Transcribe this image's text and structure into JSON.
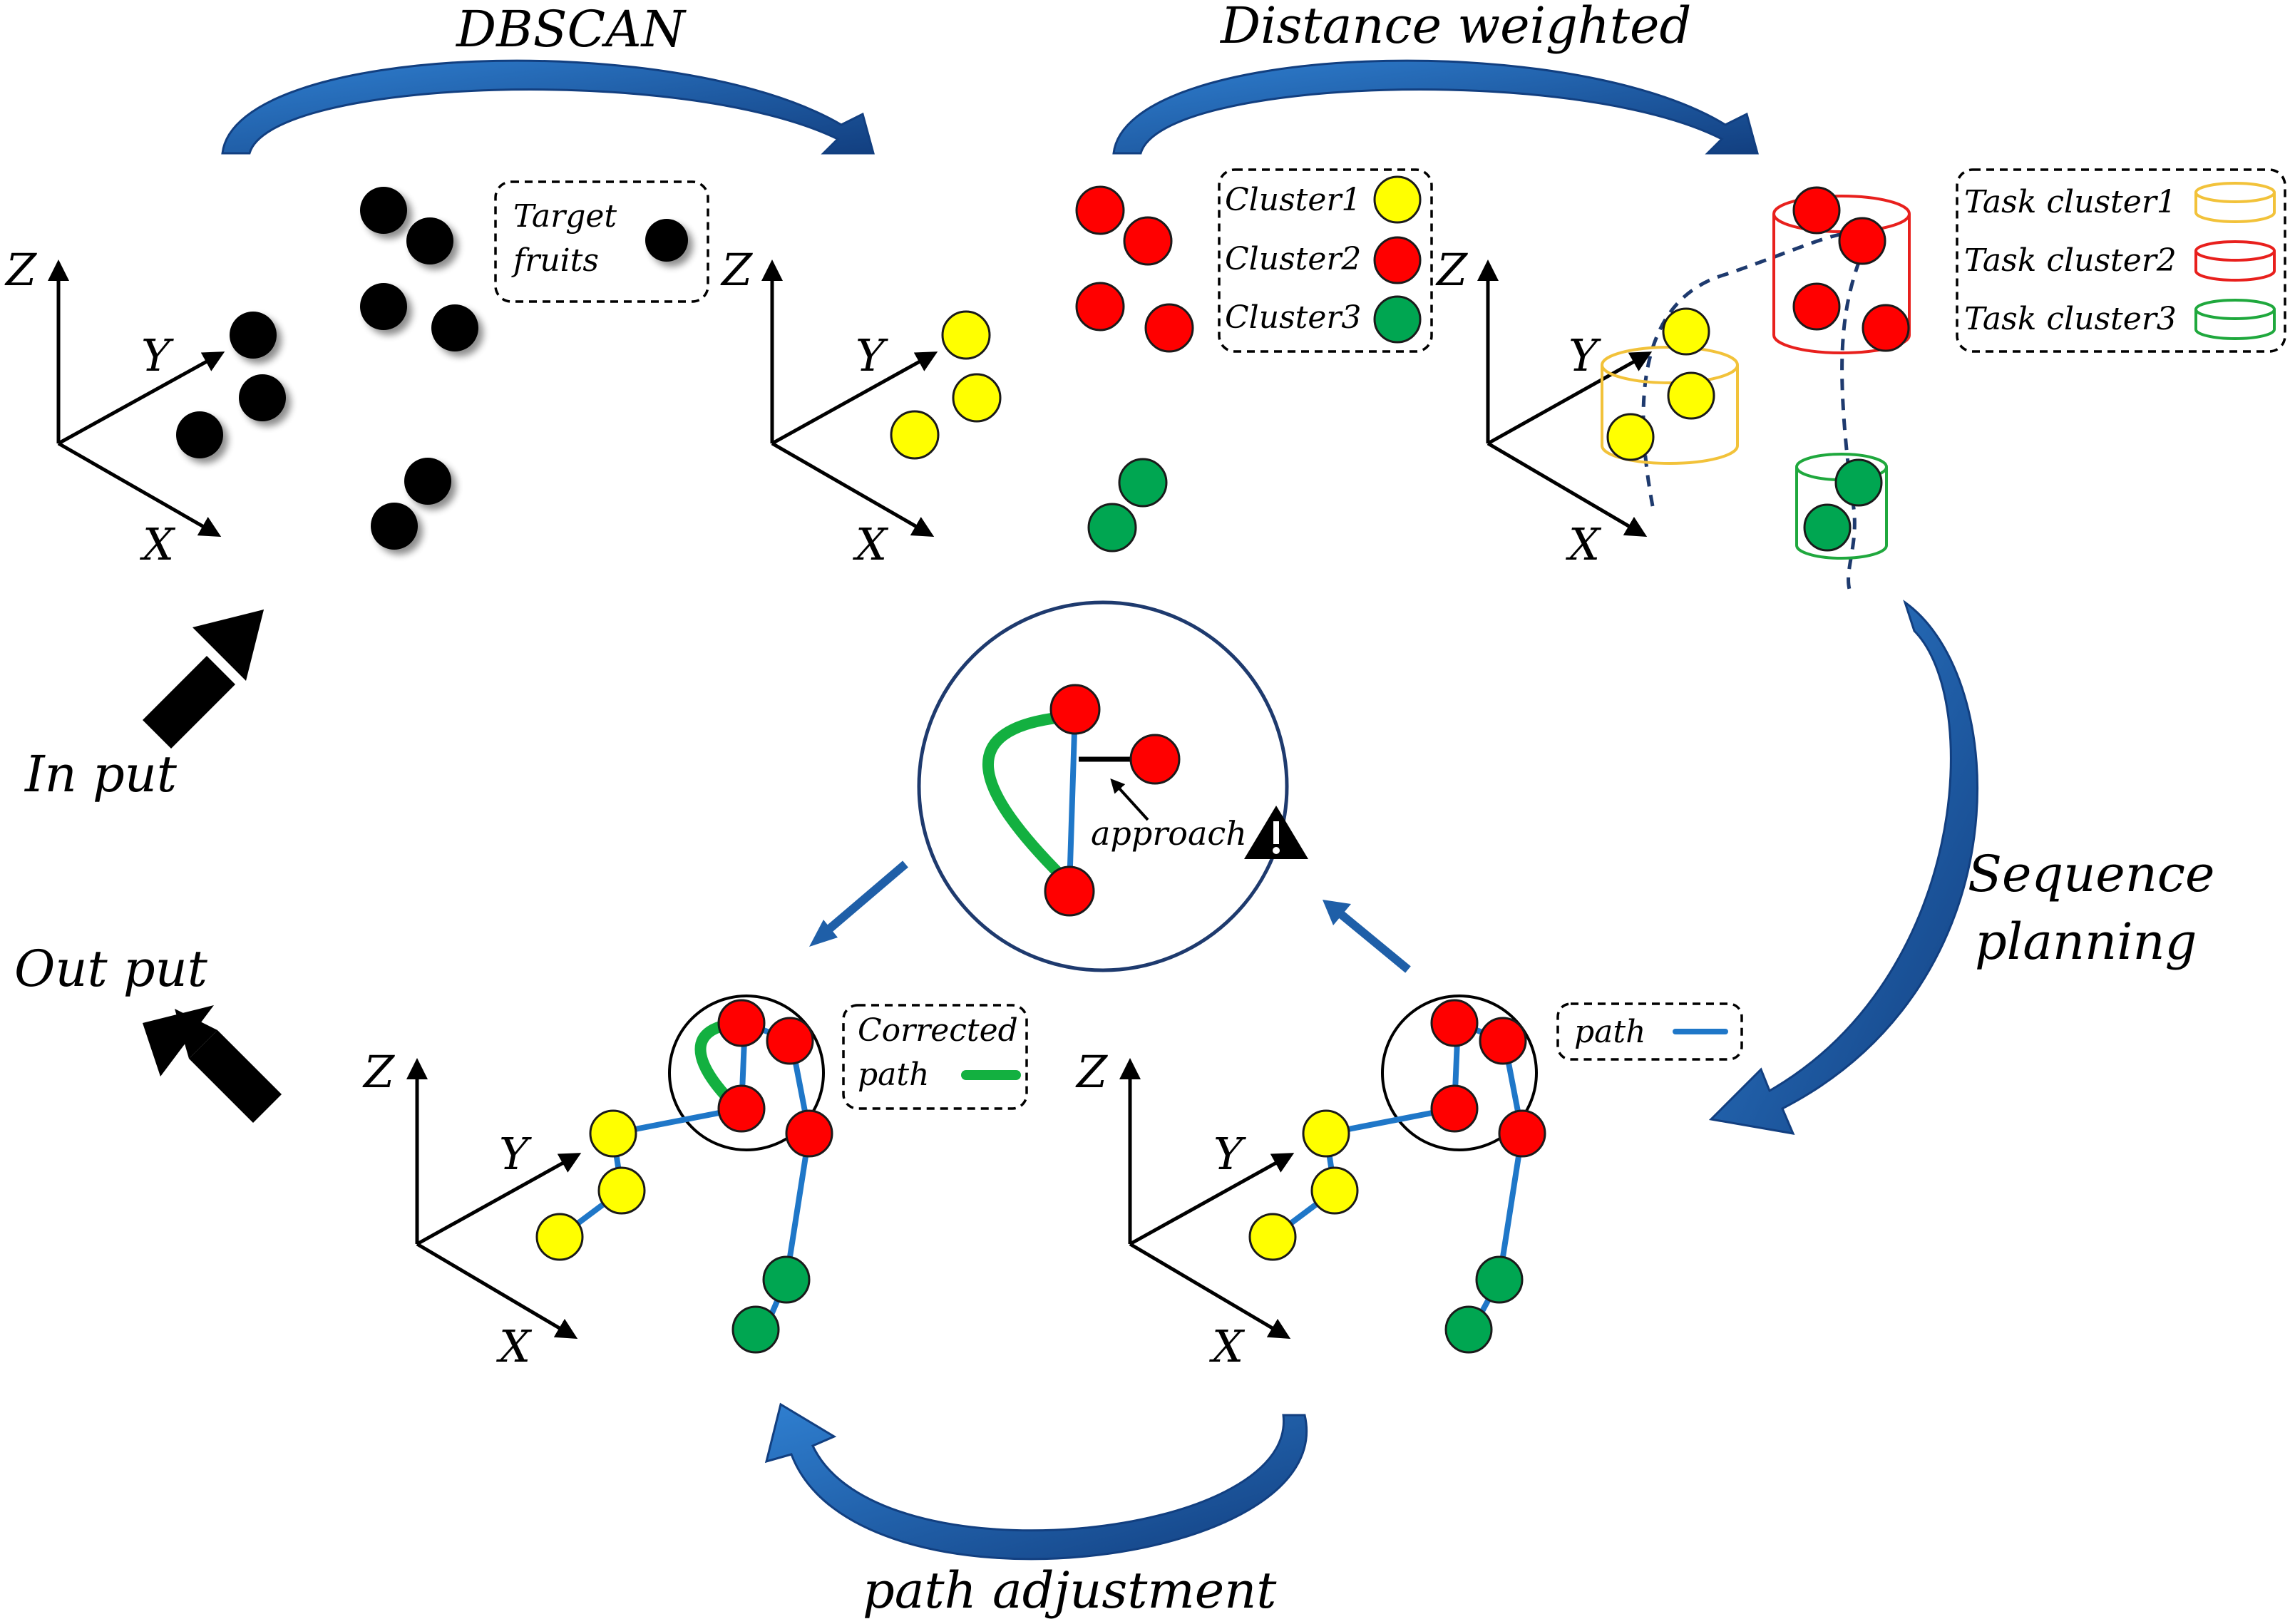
{
  "labels": {
    "dbscan": "DBSCAN",
    "distance_weighted": "Distance weighted",
    "input": "In put",
    "output": "Out put",
    "sequence_planning_line1": "Sequence",
    "sequence_planning_line2": "planning",
    "path_adjustment": "path adjustment",
    "approach": "approach"
  },
  "axes": {
    "x": "X",
    "y": "Y",
    "z": "Z"
  },
  "legend_target": {
    "line1": "Target",
    "line2": "fruits"
  },
  "legend_clusters": [
    "Cluster1",
    "Cluster2",
    "Cluster3"
  ],
  "legend_tasks": [
    "Task cluster1",
    "Task cluster2",
    "Task cluster3"
  ],
  "legend_corrected": {
    "line1": "Corrected",
    "line2": "path"
  },
  "legend_path": "path",
  "colors": {
    "fruit_black": "#000000",
    "cluster1_yellow": "#ffff00",
    "cluster2_red": "#ff0000",
    "cluster3_green": "#00a651",
    "task1_outline": "#f2c23a",
    "task2_outline": "#e8201d",
    "task3_outline": "#1fa83d",
    "path_blue": "#1f77c8",
    "corrected_green": "#13b040",
    "arrow_blue": "#1f5fa8",
    "dashed_route": "#1e3a6e"
  }
}
